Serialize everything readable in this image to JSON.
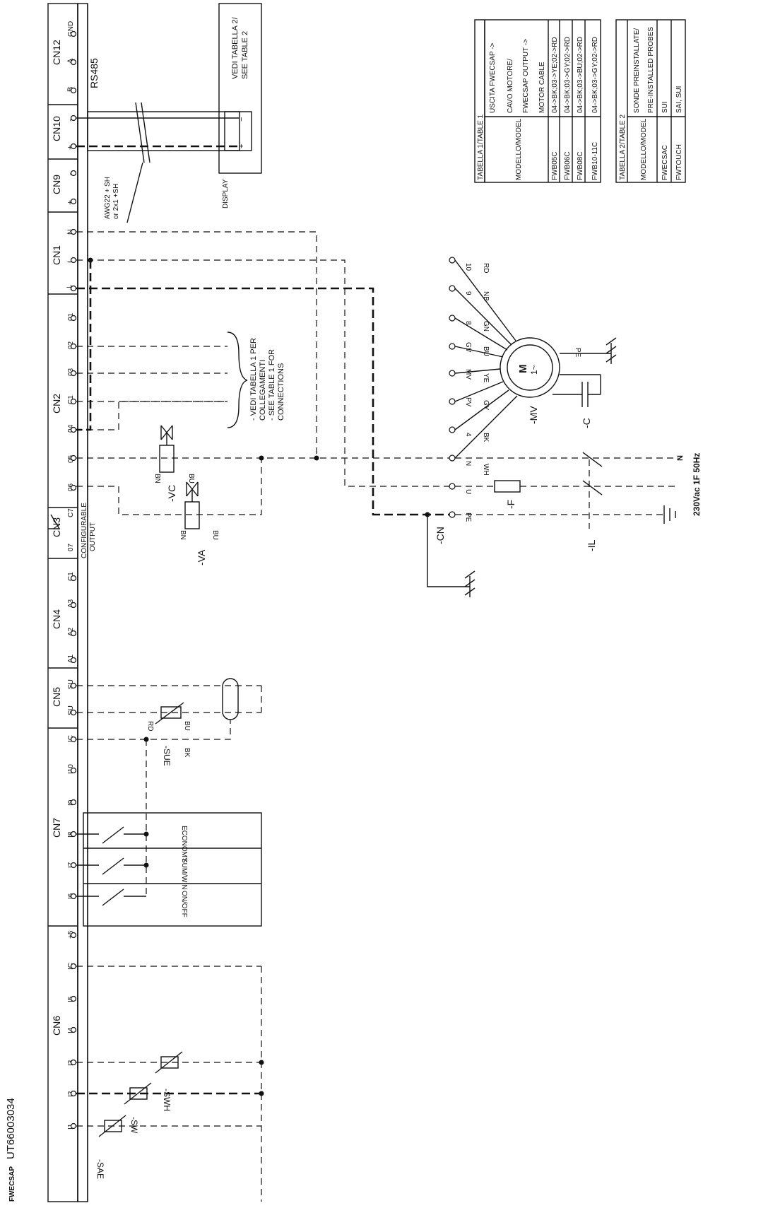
{
  "drawing": {
    "product": "FWECSAP",
    "code": "UT66003034",
    "supply": "230Vac 1F 50Hz"
  },
  "connectors": [
    {
      "name": "CN12",
      "pins": [
        "B",
        "A",
        "GND"
      ]
    },
    {
      "name": "CN10",
      "pins": [
        "+",
        "-"
      ]
    },
    {
      "name": "CN9",
      "pins": [
        "+",
        "-"
      ]
    },
    {
      "name": "CN1",
      "pins": [
        "N",
        "L",
        "⏚"
      ]
    },
    {
      "name": "CN2",
      "pins": [
        "06",
        "05",
        "04",
        "C1",
        "03",
        "02",
        "01"
      ]
    },
    {
      "name": "CN3",
      "pins": [
        "C7",
        "07"
      ]
    },
    {
      "name": "CN4",
      "pins": [
        "C1",
        "A3",
        "A2",
        "A1"
      ]
    },
    {
      "name": "CN5",
      "pins": [
        "SU",
        "SU"
      ]
    },
    {
      "name": "CN7",
      "pins": [
        "IC",
        "I10",
        "I9",
        "I8",
        "I7",
        "I6"
      ]
    },
    {
      "name": "CN6",
      "pins": [
        "+5",
        "IC",
        "I5",
        "I4",
        "I3",
        "I2",
        "I1"
      ]
    }
  ],
  "labels": {
    "rs485": "RS485",
    "display": "DISPLAY",
    "cable_spec": [
      "AWG22 + SH",
      "or 2x1 +SH"
    ],
    "see_table2": [
      "VEDI TABELLA 2/",
      "SEE TABLE 2"
    ],
    "see_table1_note": [
      "- VEDI TABELLA 1 PER",
      "COLLEGAMENTI",
      "- SEE TABLE 1 FOR",
      "CONNECTIONS"
    ],
    "configurable_output": [
      "CONFIGURABLE",
      "OUTPUT"
    ],
    "inputs": [
      "ECONOMY",
      "SUM/WIN",
      "ON/OFF"
    ],
    "components": {
      "vc": "-VC",
      "va": "-VA",
      "sue": "-SUE",
      "mv": "-MV",
      "cap": "-C",
      "fuse": "-F",
      "il": "-IL",
      "cn": "-CN",
      "sae": "-SAE",
      "sw": "-SW",
      "swh": "-SWH"
    },
    "wires": {
      "bn": "BN",
      "bu": "BU",
      "rd": "RD",
      "bk": "BK",
      "wh": "WH",
      "pe": "PE"
    },
    "motor_terminals": [
      "10",
      "9",
      "8",
      "GV",
      "MV",
      "PV",
      "4",
      "N",
      "U",
      "PE"
    ],
    "motor_wires": [
      "RD",
      "NB",
      "GN",
      "BU",
      "YE",
      "GY",
      "BK"
    ],
    "motor_symbol": [
      "M",
      "1~"
    ]
  },
  "table1": {
    "title": "TABELLA 1/TABLE 1",
    "col_header_a": "MODELLO/MODEL",
    "col_header_b": [
      "USCITA FWECSAP ->",
      "CAVO MOTORE/",
      "FWECSAP OUTPUT ->",
      "MOTOR CABLE"
    ],
    "rows": [
      {
        "model": "FWB05C",
        "value": "04->BK;03->YE;02->RD"
      },
      {
        "model": "FWB06C",
        "value": "04->BK;03->GY;02->RD"
      },
      {
        "model": "FWB08C",
        "value": "04->BK;03->BU;02->RD"
      },
      {
        "model": "FWB10-11C",
        "value": "04->BK;03->GY;02->RD"
      }
    ]
  },
  "table2": {
    "title": "TABELLA 2/TABLE 2",
    "col_header_a": "MODELLO/MODEL",
    "col_header_b": [
      "SONDE PREINSTALLATE/",
      "PRE-INSTALLED PROBES"
    ],
    "rows": [
      {
        "model": "FWECSAC",
        "value": "SUI"
      },
      {
        "model": "FWTOUCH",
        "value": "SAI, SUI"
      }
    ]
  }
}
